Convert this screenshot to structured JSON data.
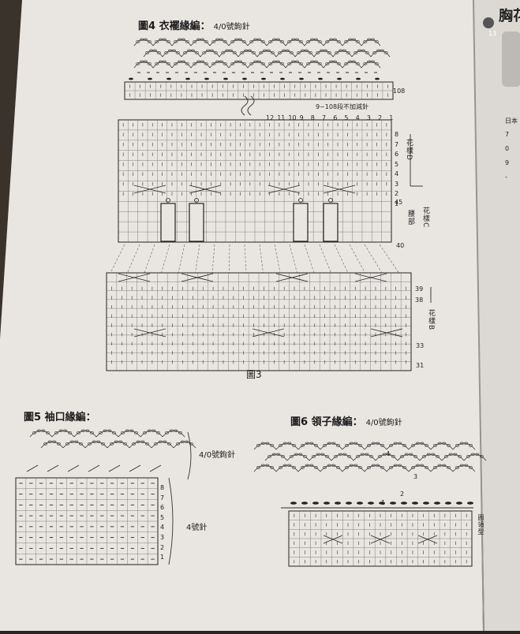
{
  "figure4": {
    "title": "圖4 衣襬緣編：",
    "hook": "4/0號鉤針",
    "row_end": "108",
    "note": "9~108段不加減針"
  },
  "stitch_numbers": [
    "12",
    "11",
    "10",
    "9",
    "8",
    "7",
    "6",
    "5",
    "4",
    "3",
    "2",
    "1"
  ],
  "rows_top": [
    "8",
    "7",
    "6",
    "5",
    "4",
    "3",
    "2",
    "1"
  ],
  "pattern_d": "花樣D",
  "pattern_c": "花樣C",
  "waist": "腰部",
  "row_45": "45",
  "row_40": "40",
  "rows_bottom": {
    "r39": "39",
    "r38": "38",
    "r33": "33",
    "r31": "31"
  },
  "pattern_b": "花樣B",
  "figure3": "圖3",
  "figure5": {
    "title": "圖5 袖口緣編：",
    "hook": "4/0號鉤針",
    "needle": "4號針",
    "rows": [
      "8",
      "7",
      "6",
      "5",
      "4",
      "3",
      "2",
      "1"
    ]
  },
  "figure6": {
    "title": "圖6 領子緣編：",
    "hook": "4/0號鉤針",
    "side": "圓領型",
    "marks": [
      "4",
      "3",
      "2",
      "1"
    ]
  },
  "right_page": {
    "heading": "胸花",
    "badge": "13"
  },
  "right_marks": [
    "日本",
    "7",
    "0",
    "9",
    "-"
  ]
}
